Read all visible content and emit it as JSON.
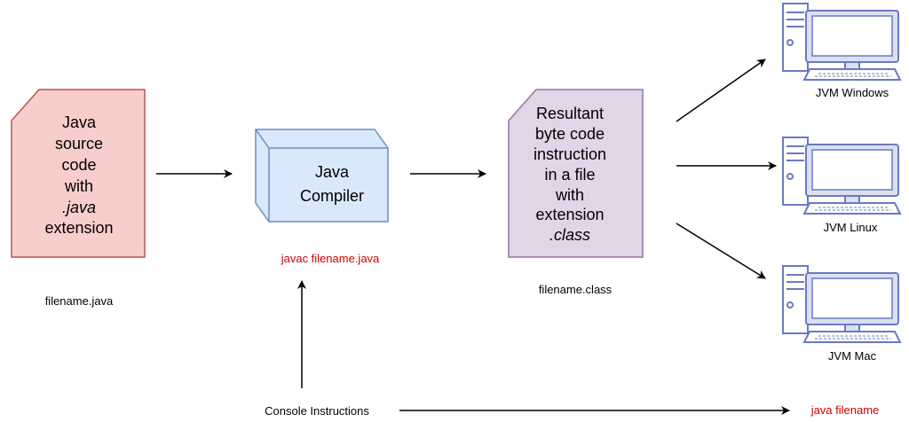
{
  "source_doc": {
    "lines": [
      "Java",
      "source",
      "code",
      "with",
      ".java",
      "extension"
    ],
    "caption": "filename.java",
    "fill": "#f8cecc",
    "stroke": "#b85450"
  },
  "compiler": {
    "lines": [
      "Java",
      "Compiler"
    ],
    "command": "javac filename.java",
    "fill": "#dae8fc",
    "stroke": "#6c8ebf"
  },
  "class_doc": {
    "lines": [
      "Resultant",
      "byte code",
      "instruction",
      "in a file",
      "with",
      "extension",
      ".class"
    ],
    "caption": "filename.class",
    "fill": "#e1d5e7",
    "stroke": "#9673a6"
  },
  "jvms": [
    {
      "label": "JVM Windows",
      "icon": "desktop-computer-icon"
    },
    {
      "label": "JVM Linux",
      "icon": "desktop-computer-icon"
    },
    {
      "label": "JVM Mac",
      "icon": "desktop-computer-icon"
    }
  ],
  "console": {
    "label": "Console Instructions",
    "run_command": "java filename"
  },
  "colors": {
    "command_text": "#cc0000",
    "computer_stroke": "#6a7ac0",
    "computer_fill": "#ffffff",
    "computer_frame": "#dbe0f0"
  }
}
